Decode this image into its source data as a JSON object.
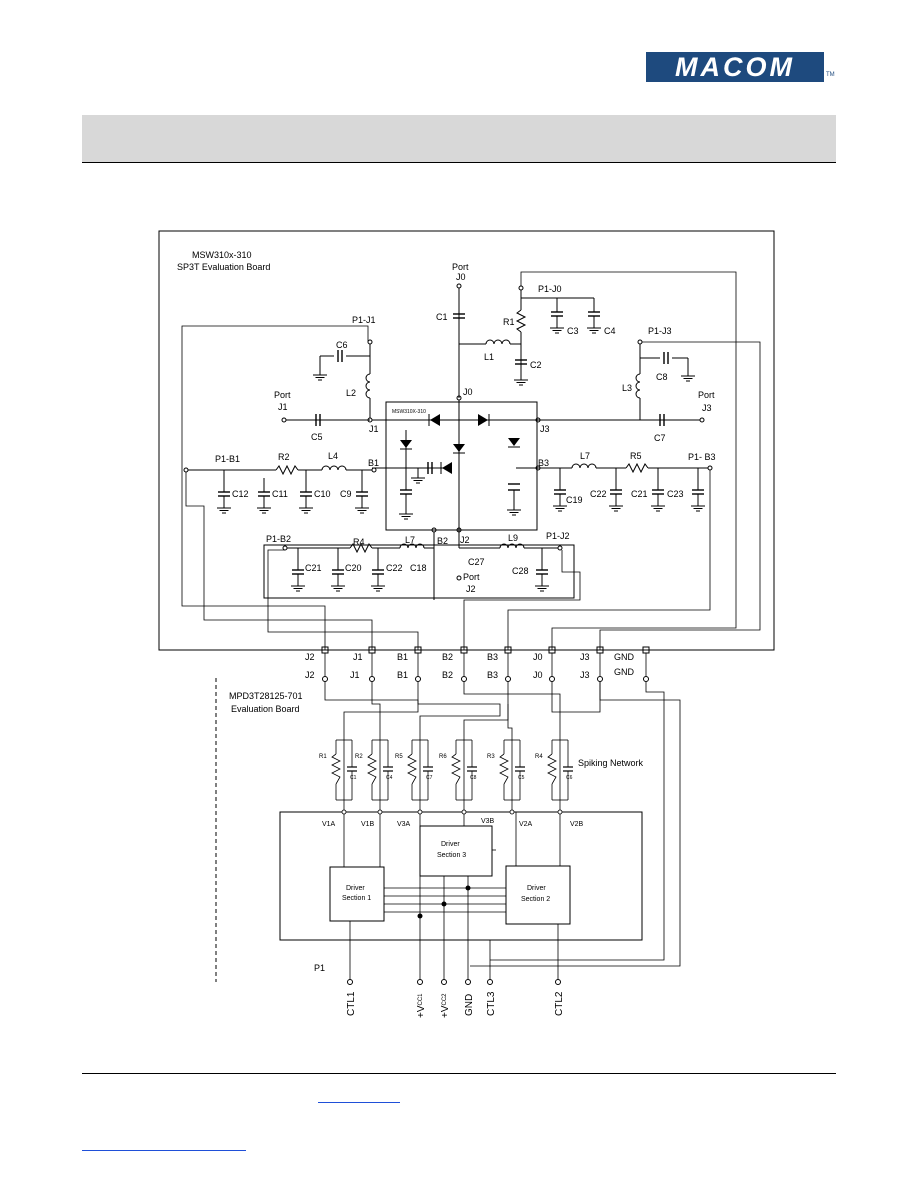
{
  "logo": {
    "text": "MACOM",
    "tm": "TM"
  },
  "schematic": {
    "eval_board": {
      "line1": "MSW310x-310",
      "line2": "SP3T Evaluation Board"
    },
    "chip_label": "MSW310X-310",
    "port_j0": {
      "line1": "Port",
      "line2": "J0"
    },
    "port_j1": {
      "line1": "Port",
      "line2": "J1"
    },
    "port_j3": {
      "line1": "Port",
      "line2": "J3"
    },
    "port_j2": {
      "line1": "Port",
      "line2": "J2"
    },
    "labels": {
      "p1_j0": "P1-J0",
      "p1_j1": "P1-J1",
      "p1_j3": "P1-J3",
      "p1_b1": "P1-B1",
      "p1_b3": "P1- B3",
      "p1_b2": "P1-B2",
      "p1_j2": "P1-J2",
      "c1": "C1",
      "r1": "R1",
      "c3": "C3",
      "c4": "C4",
      "l1": "L1",
      "c2": "C2",
      "c6a": "C6",
      "l2": "L2",
      "c5": "C5",
      "j1": "J1",
      "c8": "C8",
      "l3": "L3",
      "c7": "C7",
      "j3": "J3",
      "j0": "J0",
      "r2": "R2",
      "l4": "L4",
      "b1": "B1",
      "c12": "C12",
      "c11": "C11",
      "c10": "C10",
      "c9": "C9",
      "b3": "B3",
      "l7a": "L7",
      "r5": "R5",
      "c19": "C19",
      "c22a": "C22",
      "c21a": "C21",
      "c23": "C23",
      "r4": "R4",
      "l7b": "L7",
      "b2": "B2",
      "j2": "J2",
      "l9": "L9",
      "c21b": "C21",
      "c20": "C20",
      "c22b": "C22",
      "c18": "C18",
      "c27": "C27",
      "c28": "C28"
    },
    "connector_top": [
      "J2",
      "J1",
      "B1",
      "B2",
      "B3",
      "J0",
      "J3",
      "GND"
    ],
    "connector_bottom": [
      "J2",
      "J1",
      "B1",
      "B2",
      "B3",
      "J0",
      "J3",
      "GND"
    ],
    "driver_board": {
      "line1": "MPD3T28125-701",
      "line2": "Evaluation Board"
    },
    "spiking_network": "Spiking Network",
    "spike_resistors": [
      "R1",
      "R2",
      "R5",
      "R6",
      "R3",
      "R4"
    ],
    "spike_caps": [
      "C1",
      "C4",
      "C7",
      "C8",
      "C5",
      "C6"
    ],
    "driver_pins": [
      "V1A",
      "V1B",
      "V3A",
      "V3B",
      "V2A",
      "V2B"
    ],
    "driver_sections": {
      "s1": {
        "line1": "Driver",
        "line2": "Section 1"
      },
      "s2": {
        "line1": "Driver",
        "line2": "Section 2"
      },
      "s3": {
        "line1": "Driver",
        "line2": "Section 3"
      }
    },
    "p1": "P1",
    "bottom_pins": {
      "ctl1": "CTL1",
      "vcc1": {
        "v": "+V",
        "sub": "CC1"
      },
      "vcc2": {
        "v": "+V",
        "sub": "CC2"
      },
      "gnd": "GND",
      "ctl3": "CTL3",
      "ctl2": "CTL2"
    }
  }
}
